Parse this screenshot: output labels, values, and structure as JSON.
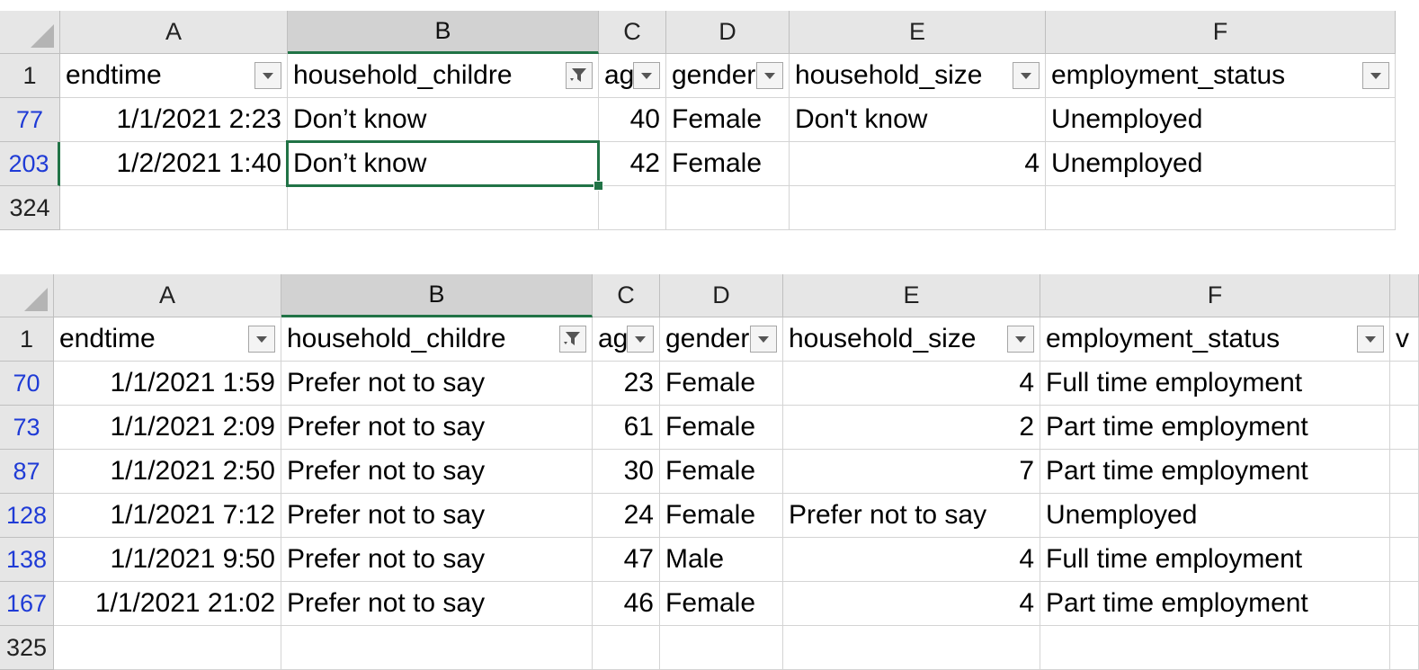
{
  "sheet1": {
    "columns": [
      "A",
      "B",
      "C",
      "D",
      "E",
      "F"
    ],
    "headers": [
      "endtime",
      "household_childre",
      "age",
      "gender",
      "household_size",
      "employment_status"
    ],
    "row_numbers": [
      "1",
      "77",
      "203",
      "324"
    ],
    "rows": [
      [
        "1/1/2021 2:23",
        "Don’t know",
        "40",
        "Female",
        "Don't know",
        "Unemployed"
      ],
      [
        "1/2/2021 1:40",
        "Don’t know",
        "42",
        "Female",
        "4",
        "Unemployed"
      ]
    ]
  },
  "sheet2": {
    "columns": [
      "A",
      "B",
      "C",
      "D",
      "E",
      "F"
    ],
    "extra_column_fragment": "v",
    "headers": [
      "endtime",
      "household_childre",
      "age",
      "gender",
      "household_size",
      "employment_status"
    ],
    "row_numbers": [
      "1",
      "70",
      "73",
      "87",
      "128",
      "138",
      "167",
      "325"
    ],
    "rows": [
      [
        "1/1/2021 1:59",
        "Prefer not to say",
        "23",
        "Female",
        "4",
        "Full time employment"
      ],
      [
        "1/1/2021 2:09",
        "Prefer not to say",
        "61",
        "Female",
        "2",
        "Part time employment"
      ],
      [
        "1/1/2021 2:50",
        "Prefer not to say",
        "30",
        "Female",
        "7",
        "Part time employment"
      ],
      [
        "1/1/2021 7:12",
        "Prefer not to say",
        "24",
        "Female",
        "Prefer not to say",
        "Unemployed"
      ],
      [
        "1/1/2021 9:50",
        "Prefer not to say",
        "47",
        "Male",
        "4",
        "Full time employment"
      ],
      [
        "1/1/2021 21:02",
        "Prefer not to say",
        "46",
        "Female",
        "4",
        "Part time employment"
      ]
    ]
  },
  "colors": {
    "selection": "#217346",
    "filtered_row_number": "#1f3bd6",
    "header_bg": "#e6e6e6",
    "gridline": "#d4d4d4"
  },
  "icons": {
    "dropdown": "chevron-down-icon",
    "filter": "filter-icon",
    "select_all": "select-all-triangle-icon"
  }
}
